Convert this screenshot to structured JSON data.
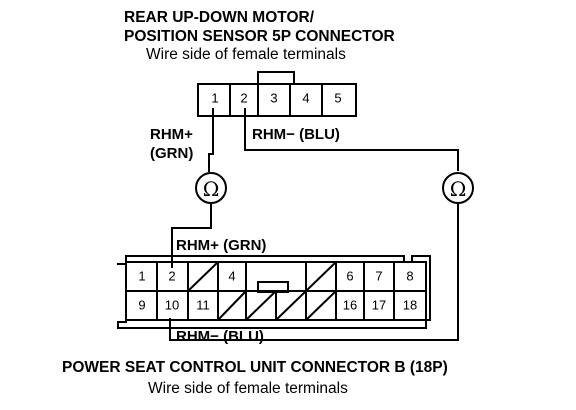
{
  "top_connector": {
    "title_line1": "REAR UP-DOWN MOTOR/",
    "title_line2": "POSITION SENSOR 5P CONNECTOR",
    "subtitle": "Wire side of female terminals",
    "pins": [
      "1",
      "2",
      "3",
      "4",
      "5"
    ]
  },
  "wires": {
    "rhm_plus_top": "RHM+",
    "grn_top": "(GRN)",
    "rhm_minus_top": "RHM− (BLU)",
    "rhm_plus_bottom": "RHM+ (GRN)",
    "rhm_minus_bottom": "RHM− (BLU)"
  },
  "meters": {
    "left_symbol": "Ω",
    "right_symbol": "Ω"
  },
  "bottom_connector": {
    "title": "POWER SEAT CONTROL UNIT CONNECTOR B (18P)",
    "subtitle": "Wire side of female terminals",
    "top_row": [
      "1",
      "2",
      "",
      "4",
      "",
      "",
      "",
      "6",
      "7",
      "8"
    ],
    "bottom_row": [
      "9",
      "10",
      "11",
      "",
      "",
      "",
      "",
      "16",
      "17",
      "18"
    ]
  }
}
